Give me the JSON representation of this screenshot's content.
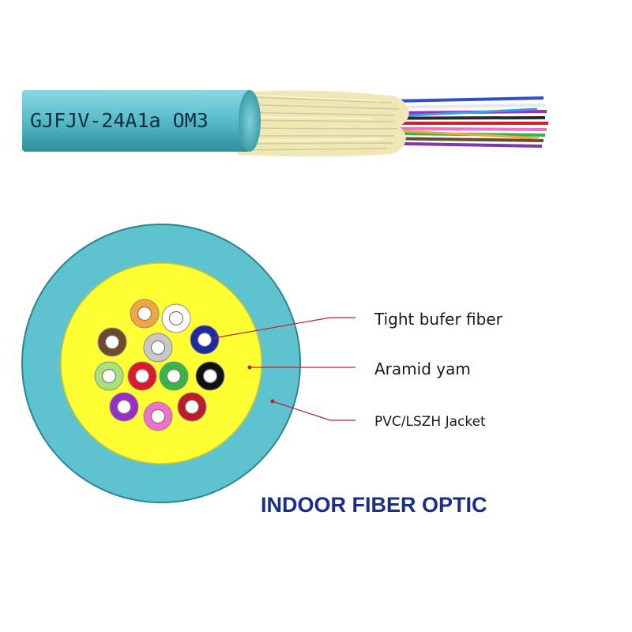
{
  "cable": {
    "print_text": "GJFJV-24A1a OM3",
    "jacket_color": "#5bbfcb"
  },
  "cross_section": {
    "jacket_color": "#5ec3cf",
    "aramid_color": "#ffff33",
    "fibers": [
      {
        "color": "#f2a640"
      },
      {
        "color": "#ffffff"
      },
      {
        "color": "#6b4a2e"
      },
      {
        "color": "#c8c8c8"
      },
      {
        "color": "#1e2aa0"
      },
      {
        "color": "#a8e27a"
      },
      {
        "color": "#e0182c"
      },
      {
        "color": "#35b54a"
      },
      {
        "color": "#111111"
      },
      {
        "color": "#9a2fc8"
      },
      {
        "color": "#f070c8"
      },
      {
        "color": "#c01a2a"
      }
    ]
  },
  "labels": {
    "tight_buffer": "Tight bufer fiber",
    "aramid": "Aramid yam",
    "jacket": "PVC/LSZH Jacket",
    "leader_color": "#c0202a"
  },
  "caption": "INDOOR FIBER OPTIC"
}
